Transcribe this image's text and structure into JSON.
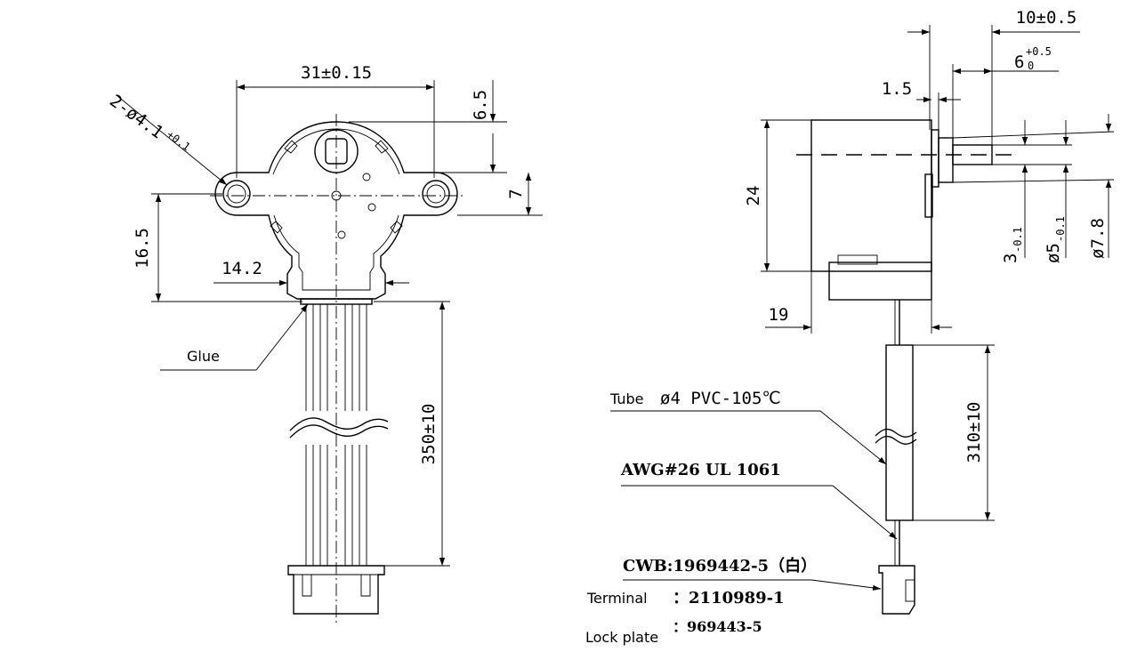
{
  "front_view": {
    "dim_width": "31±0.15",
    "dim_holes_main": "2-ø4.1",
    "dim_holes_tol": "+0.1",
    "dim_top_offset": "6.5",
    "dim_center_offset": "7",
    "dim_height_left": "16.5",
    "dim_neck": "14.2",
    "dim_lead_length": "350±10",
    "glue_label": "Glue"
  },
  "side_view": {
    "dim_top": "10±0.5",
    "dim_shaft_main": "6",
    "dim_shaft_tol_upper": "+0.5",
    "dim_shaft_tol_lower": "0",
    "dim_flange": "1.5",
    "dim_height": "24",
    "dim_shaft_flat_main": "3",
    "dim_shaft_flat_tol": "-0.1",
    "dim_shaft_dia_main": "ø5",
    "dim_shaft_dia_tol": "-0.1",
    "dim_boss_dia": "ø7.8",
    "dim_body_depth": "19",
    "dim_tube_length": "310±10",
    "tube_label": "Tube",
    "tube_spec": "ø4 PVC-105℃",
    "wire_spec": "AWG#26 UL 1061",
    "connector_spec": "CWB:1969442-5（白）",
    "terminal_label": "Terminal",
    "terminal_value": "：2110989-1",
    "lock_plate_label": "Lock plate",
    "lock_plate_value": "：969443-5"
  }
}
